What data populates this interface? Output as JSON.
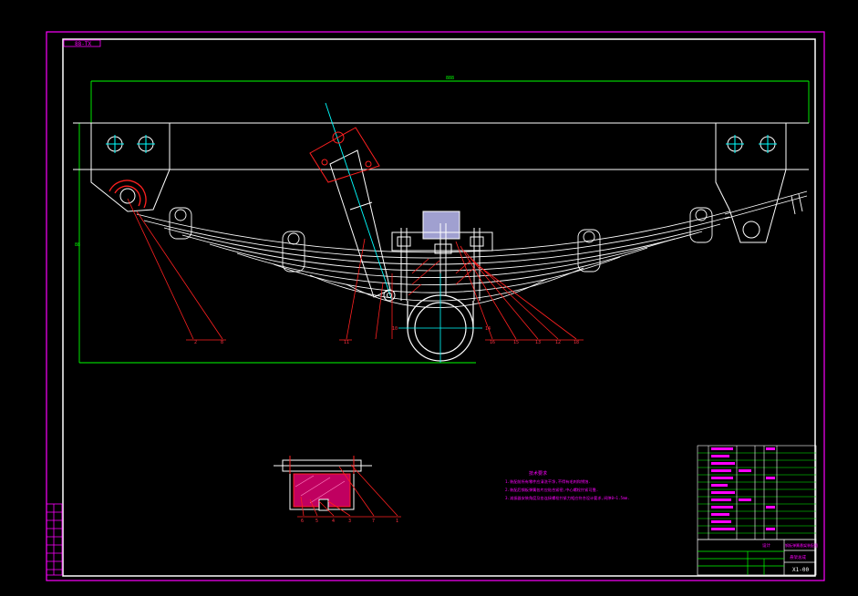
{
  "drawing": {
    "sheet_code": "88-TX",
    "overall_length_label": "888",
    "overall_height_label": "88",
    "drawing_number": "X1-00"
  },
  "callouts_main": [
    "2",
    "8",
    "11",
    "16",
    "15",
    "13",
    "12",
    "18",
    "10",
    "14"
  ],
  "callouts_detail": [
    "6",
    "5",
    "4",
    "3",
    "7",
    "1"
  ],
  "tech_requirements": {
    "title": "技术要求",
    "items": [
      "1.装配前所有零件应清洗干净,不得有毛刺和锈蚀.",
      "2.装配后钢板弹簧各片应贴合紧密,中心螺栓拧紧可靠.",
      "3.减振器安装角度及各连接螺栓拧紧力矩应符合设计要求,间隙0~1.5mm."
    ]
  },
  "title_block": {
    "name": "钢板弹簧悬架装配图",
    "sub": "悬架总成",
    "school": "设计",
    "code": "X1-00"
  },
  "colors": {
    "border": "#ff00ff",
    "frame": "#ffffff",
    "dimension": "#00ff00",
    "leader": "#ff0000",
    "axis": "#00ffff",
    "table_grid": "#00ff00"
  }
}
